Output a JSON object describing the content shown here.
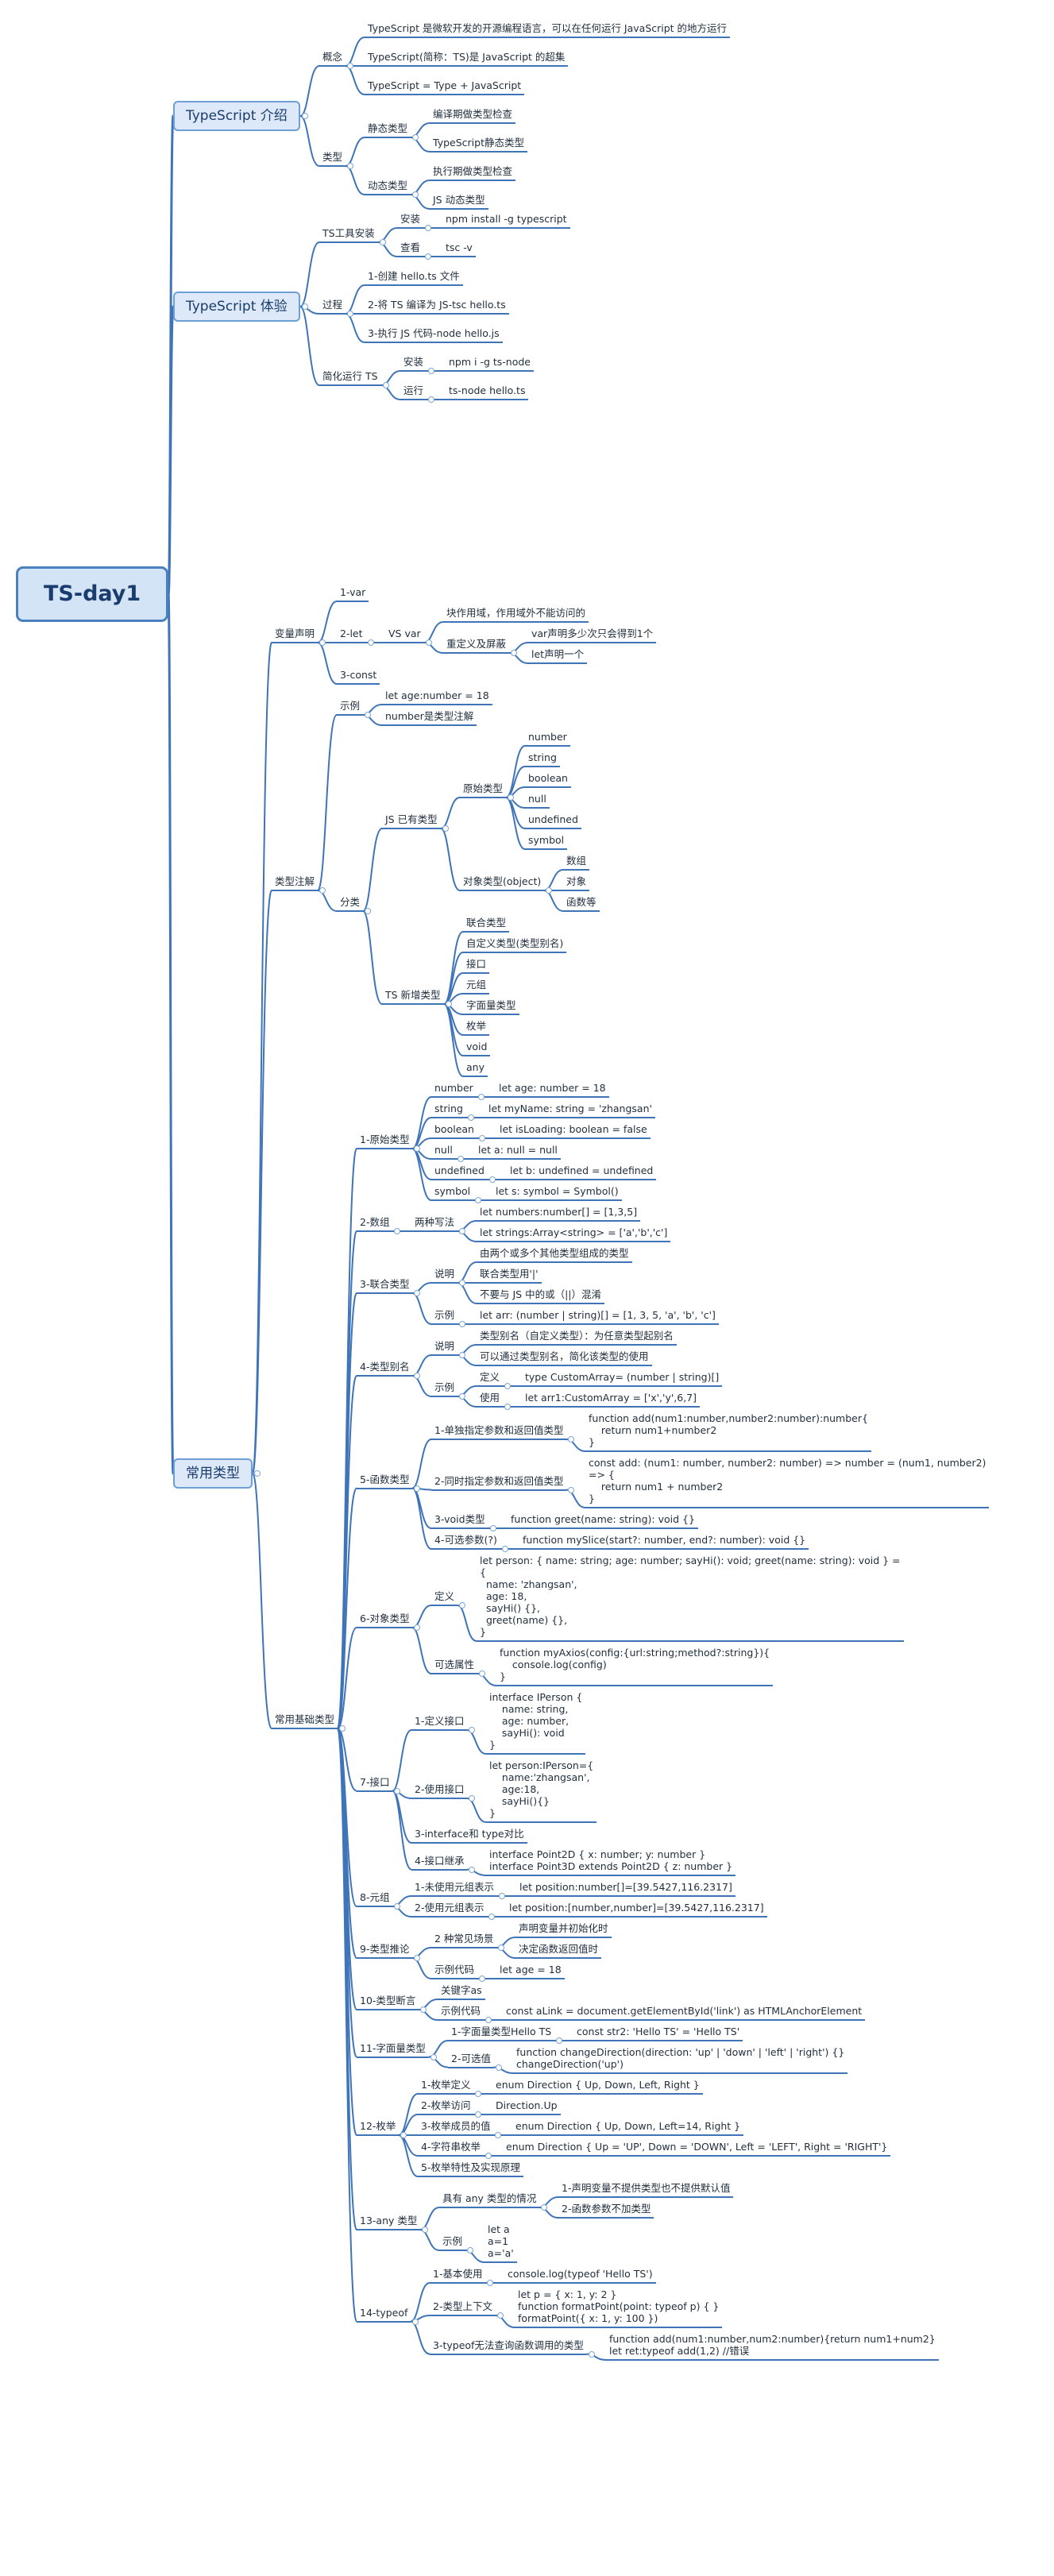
{
  "mindmap": {
    "root": {
      "label": "TS-day1"
    },
    "branches": [
      {
        "label": "TypeScript 介绍",
        "children": [
          {
            "label": "概念",
            "children": [
              {
                "label": "TypeScript 是微软开发的开源编程语言，可以在任何运行 JavaScript 的地方运行"
              },
              {
                "label": "TypeScript(简称：TS)是 JavaScript 的超集"
              },
              {
                "label": "TypeScript = Type + JavaScript"
              }
            ]
          },
          {
            "label": "类型",
            "children": [
              {
                "label": "静态类型",
                "children": [
                  {
                    "label": "编译期做类型检查"
                  },
                  {
                    "label": "TypeScript静态类型"
                  }
                ]
              },
              {
                "label": "动态类型",
                "children": [
                  {
                    "label": "执行期做类型检查"
                  },
                  {
                    "label": "JS 动态类型"
                  }
                ]
              }
            ]
          }
        ]
      },
      {
        "label": "TypeScript 体验",
        "children": [
          {
            "label": "TS工具安装",
            "children": [
              {
                "label": "安装",
                "children": [
                  {
                    "label": "npm install -g typescript"
                  }
                ]
              },
              {
                "label": "查看",
                "children": [
                  {
                    "label": "tsc -v"
                  }
                ]
              }
            ]
          },
          {
            "label": "过程",
            "children": [
              {
                "label": "1-创建 hello.ts 文件"
              },
              {
                "label": "2-将 TS 编译为 JS-tsc hello.ts"
              },
              {
                "label": "3-执行 JS 代码-node hello.js"
              }
            ]
          },
          {
            "label": "简化运行 TS",
            "children": [
              {
                "label": "安装",
                "children": [
                  {
                    "label": "npm i -g ts-node"
                  }
                ]
              },
              {
                "label": "运行",
                "children": [
                  {
                    "label": "ts-node hello.ts"
                  }
                ]
              }
            ]
          }
        ]
      },
      {
        "label": "常用类型",
        "children": [
          {
            "label": "变量声明",
            "children": [
              {
                "label": "1-var"
              },
              {
                "label": "2-let",
                "children": [
                  {
                    "label": "VS var",
                    "children": [
                      {
                        "label": "块作用域，作用域外不能访问的"
                      },
                      {
                        "label": "重定义及屏蔽",
                        "children": [
                          {
                            "label": "var声明多少次只会得到1个"
                          },
                          {
                            "label": "let声明一个"
                          }
                        ]
                      }
                    ]
                  }
                ]
              },
              {
                "label": "3-const"
              }
            ]
          },
          {
            "label": "类型注解",
            "children": [
              {
                "label": "示例",
                "children": [
                  {
                    "label": "let age:number = 18"
                  },
                  {
                    "label": "number是类型注解"
                  }
                ]
              },
              {
                "label": "分类",
                "children": [
                  {
                    "label": "JS 已有类型",
                    "children": [
                      {
                        "label": "原始类型",
                        "children": [
                          {
                            "label": "number"
                          },
                          {
                            "label": "string"
                          },
                          {
                            "label": "boolean"
                          },
                          {
                            "label": "null"
                          },
                          {
                            "label": "undefined"
                          },
                          {
                            "label": "symbol"
                          }
                        ]
                      },
                      {
                        "label": "对象类型(object)",
                        "children": [
                          {
                            "label": "数组"
                          },
                          {
                            "label": "对象"
                          },
                          {
                            "label": "函数等"
                          }
                        ]
                      }
                    ]
                  },
                  {
                    "label": "TS 新增类型",
                    "children": [
                      {
                        "label": "联合类型"
                      },
                      {
                        "label": "自定义类型(类型别名)"
                      },
                      {
                        "label": "接口"
                      },
                      {
                        "label": "元组"
                      },
                      {
                        "label": "字面量类型"
                      },
                      {
                        "label": "枚举"
                      },
                      {
                        "label": "void"
                      },
                      {
                        "label": "any"
                      }
                    ]
                  }
                ]
              }
            ]
          },
          {
            "label": "常用基础类型",
            "children": [
              {
                "label": "1-原始类型",
                "children": [
                  {
                    "label": "number",
                    "children": [
                      {
                        "label": "let age: number = 18"
                      }
                    ]
                  },
                  {
                    "label": "string",
                    "children": [
                      {
                        "label": "let myName: string = 'zhangsan'"
                      }
                    ]
                  },
                  {
                    "label": "boolean",
                    "children": [
                      {
                        "label": "let isLoading: boolean = false"
                      }
                    ]
                  },
                  {
                    "label": "null",
                    "children": [
                      {
                        "label": "let a: null = null"
                      }
                    ]
                  },
                  {
                    "label": "undefined",
                    "children": [
                      {
                        "label": "let b: undefined = undefined"
                      }
                    ]
                  },
                  {
                    "label": "symbol",
                    "children": [
                      {
                        "label": "let s: symbol = Symbol()"
                      }
                    ]
                  }
                ]
              },
              {
                "label": "2-数组",
                "children": [
                  {
                    "label": "两种写法",
                    "children": [
                      {
                        "label": "let numbers:number[] = [1,3,5]"
                      },
                      {
                        "label": "let strings:Array<string> = ['a','b','c']"
                      }
                    ]
                  }
                ]
              },
              {
                "label": "3-联合类型",
                "children": [
                  {
                    "label": "说明",
                    "children": [
                      {
                        "label": "由两个或多个其他类型组成的类型"
                      },
                      {
                        "label": "联合类型用'|'"
                      },
                      {
                        "label": "不要与 JS 中的或（||）混淆"
                      }
                    ]
                  },
                  {
                    "label": "示例",
                    "children": [
                      {
                        "label": "let arr: (number | string)[] = [1, 3, 5, 'a', 'b', 'c']"
                      }
                    ]
                  }
                ]
              },
              {
                "label": "4-类型别名",
                "children": [
                  {
                    "label": "说明",
                    "children": [
                      {
                        "label": "类型别名（自定义类型）：为任意类型起别名"
                      },
                      {
                        "label": "可以通过类型别名，简化该类型的使用"
                      }
                    ]
                  },
                  {
                    "label": "示例",
                    "children": [
                      {
                        "label": "定义",
                        "children": [
                          {
                            "label": "type CustomArray= (number | string)[]"
                          }
                        ]
                      },
                      {
                        "label": "使用",
                        "children": [
                          {
                            "label": "let arr1:CustomArray = ['x','y',6,7]"
                          }
                        ]
                      }
                    ]
                  }
                ]
              },
              {
                "label": "5-函数类型",
                "children": [
                  {
                    "label": "1-单独指定参数和返回值类型",
                    "children": [
                      {
                        "label": "function add(num1:number,number2:number):number{\n    return num1+number2\n}"
                      }
                    ]
                  },
                  {
                    "label": "2-同时指定参数和返回值类型",
                    "children": [
                      {
                        "label": "const add: (num1: number, number2: number) => number = (num1, number2)\n=> {\n    return num1 + number2\n}"
                      }
                    ]
                  },
                  {
                    "label": "3-void类型",
                    "children": [
                      {
                        "label": "function greet(name: string): void {}"
                      }
                    ]
                  },
                  {
                    "label": "4-可选参数(?)",
                    "children": [
                      {
                        "label": "function mySlice(start?: number, end?: number): void {}"
                      }
                    ]
                  }
                ]
              },
              {
                "label": "6-对象类型",
                "children": [
                  {
                    "label": "定义",
                    "children": [
                      {
                        "label": "let person: { name: string; age: number; sayHi(): void; greet(name: string): void } =\n{\n  name: 'zhangsan',\n  age: 18,\n  sayHi() {},\n  greet(name) {},\n}"
                      }
                    ]
                  },
                  {
                    "label": "可选属性",
                    "children": [
                      {
                        "label": "function myAxios(config:{url:string;method?:string}){\n    console.log(config)\n}"
                      }
                    ]
                  }
                ]
              },
              {
                "label": "7-接口",
                "children": [
                  {
                    "label": "1-定义接口",
                    "children": [
                      {
                        "label": "interface IPerson {\n    name: string,\n    age: number,\n    sayHi(): void\n}"
                      }
                    ]
                  },
                  {
                    "label": "2-使用接口",
                    "children": [
                      {
                        "label": "let person:IPerson={\n    name:'zhangsan',\n    age:18,\n    sayHi(){}\n}"
                      }
                    ]
                  },
                  {
                    "label": "3-interface和 type对比"
                  },
                  {
                    "label": "4-接口继承",
                    "children": [
                      {
                        "label": "interface Point2D { x: number; y: number }\ninterface Point3D extends Point2D { z: number }"
                      }
                    ]
                  }
                ]
              },
              {
                "label": "8-元组",
                "children": [
                  {
                    "label": "1-未使用元组表示",
                    "children": [
                      {
                        "label": "let position:number[]=[39.5427,116.2317]"
                      }
                    ]
                  },
                  {
                    "label": "2-使用元组表示",
                    "children": [
                      {
                        "label": "let position:[number,number]=[39.5427,116.2317]"
                      }
                    ]
                  }
                ]
              },
              {
                "label": "9-类型推论",
                "children": [
                  {
                    "label": "2 种常见场景",
                    "children": [
                      {
                        "label": "声明变量并初始化时"
                      },
                      {
                        "label": "决定函数返回值时"
                      }
                    ]
                  },
                  {
                    "label": "示例代码",
                    "children": [
                      {
                        "label": "let age = 18"
                      }
                    ]
                  }
                ]
              },
              {
                "label": "10-类型断言",
                "children": [
                  {
                    "label": "关键字as"
                  },
                  {
                    "label": "示例代码",
                    "children": [
                      {
                        "label": "const aLink = document.getElementById('link') as HTMLAnchorElement"
                      }
                    ]
                  }
                ]
              },
              {
                "label": "11-字面量类型",
                "children": [
                  {
                    "label": "1-字面量类型Hello TS",
                    "children": [
                      {
                        "label": "const str2: 'Hello TS' = 'Hello TS'"
                      }
                    ]
                  },
                  {
                    "label": "2-可选值",
                    "children": [
                      {
                        "label": "function changeDirection(direction: 'up' | 'down' | 'left' | 'right') {}\nchangeDirection('up')"
                      }
                    ]
                  }
                ]
              },
              {
                "label": "12-枚举",
                "children": [
                  {
                    "label": "1-枚举定义",
                    "children": [
                      {
                        "label": "enum Direction { Up, Down, Left, Right }"
                      }
                    ]
                  },
                  {
                    "label": "2-枚举访问",
                    "children": [
                      {
                        "label": "Direction.Up"
                      }
                    ]
                  },
                  {
                    "label": "3-枚举成员的值",
                    "children": [
                      {
                        "label": "enum Direction { Up, Down, Left=14, Right }"
                      }
                    ]
                  },
                  {
                    "label": "4-字符串枚举",
                    "children": [
                      {
                        "label": "enum Direction { Up = 'UP', Down = 'DOWN', Left = 'LEFT', Right = 'RIGHT'}"
                      }
                    ]
                  },
                  {
                    "label": "5-枚举特性及实现原理"
                  }
                ]
              },
              {
                "label": "13-any 类型",
                "children": [
                  {
                    "label": "具有 any 类型的情况",
                    "children": [
                      {
                        "label": "1-声明变量不提供类型也不提供默认值"
                      },
                      {
                        "label": "2-函数参数不加类型"
                      }
                    ]
                  },
                  {
                    "label": "示例",
                    "children": [
                      {
                        "label": "let a\na=1\na='a'"
                      }
                    ]
                  }
                ]
              },
              {
                "label": "14-typeof",
                "children": [
                  {
                    "label": "1-基本使用",
                    "children": [
                      {
                        "label": "console.log(typeof 'Hello TS')"
                      }
                    ]
                  },
                  {
                    "label": "2-类型上下文",
                    "children": [
                      {
                        "label": "let p = { x: 1, y: 2 }\nfunction formatPoint(point: typeof p) { }\nformatPoint({ x: 1, y: 100 })"
                      }
                    ]
                  },
                  {
                    "label": "3-typeof无法查询函数调用的类型",
                    "children": [
                      {
                        "label": "function add(num1:number,num2:number){return num1+num2}\nlet ret:typeof add(1,2) //错误"
                      }
                    ]
                  }
                ]
              }
            ]
          }
        ]
      }
    ]
  }
}
